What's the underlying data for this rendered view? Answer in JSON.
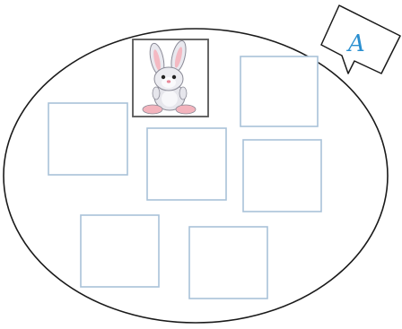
{
  "set_label": {
    "letter": "A",
    "color": "#2a8fd0"
  },
  "picture": {
    "icon": "rabbit-icon",
    "subject": "toy bunny"
  },
  "empty_box_count": 6,
  "colors": {
    "outline": "#1a1a1a",
    "box_border": "#a9c2d8"
  }
}
